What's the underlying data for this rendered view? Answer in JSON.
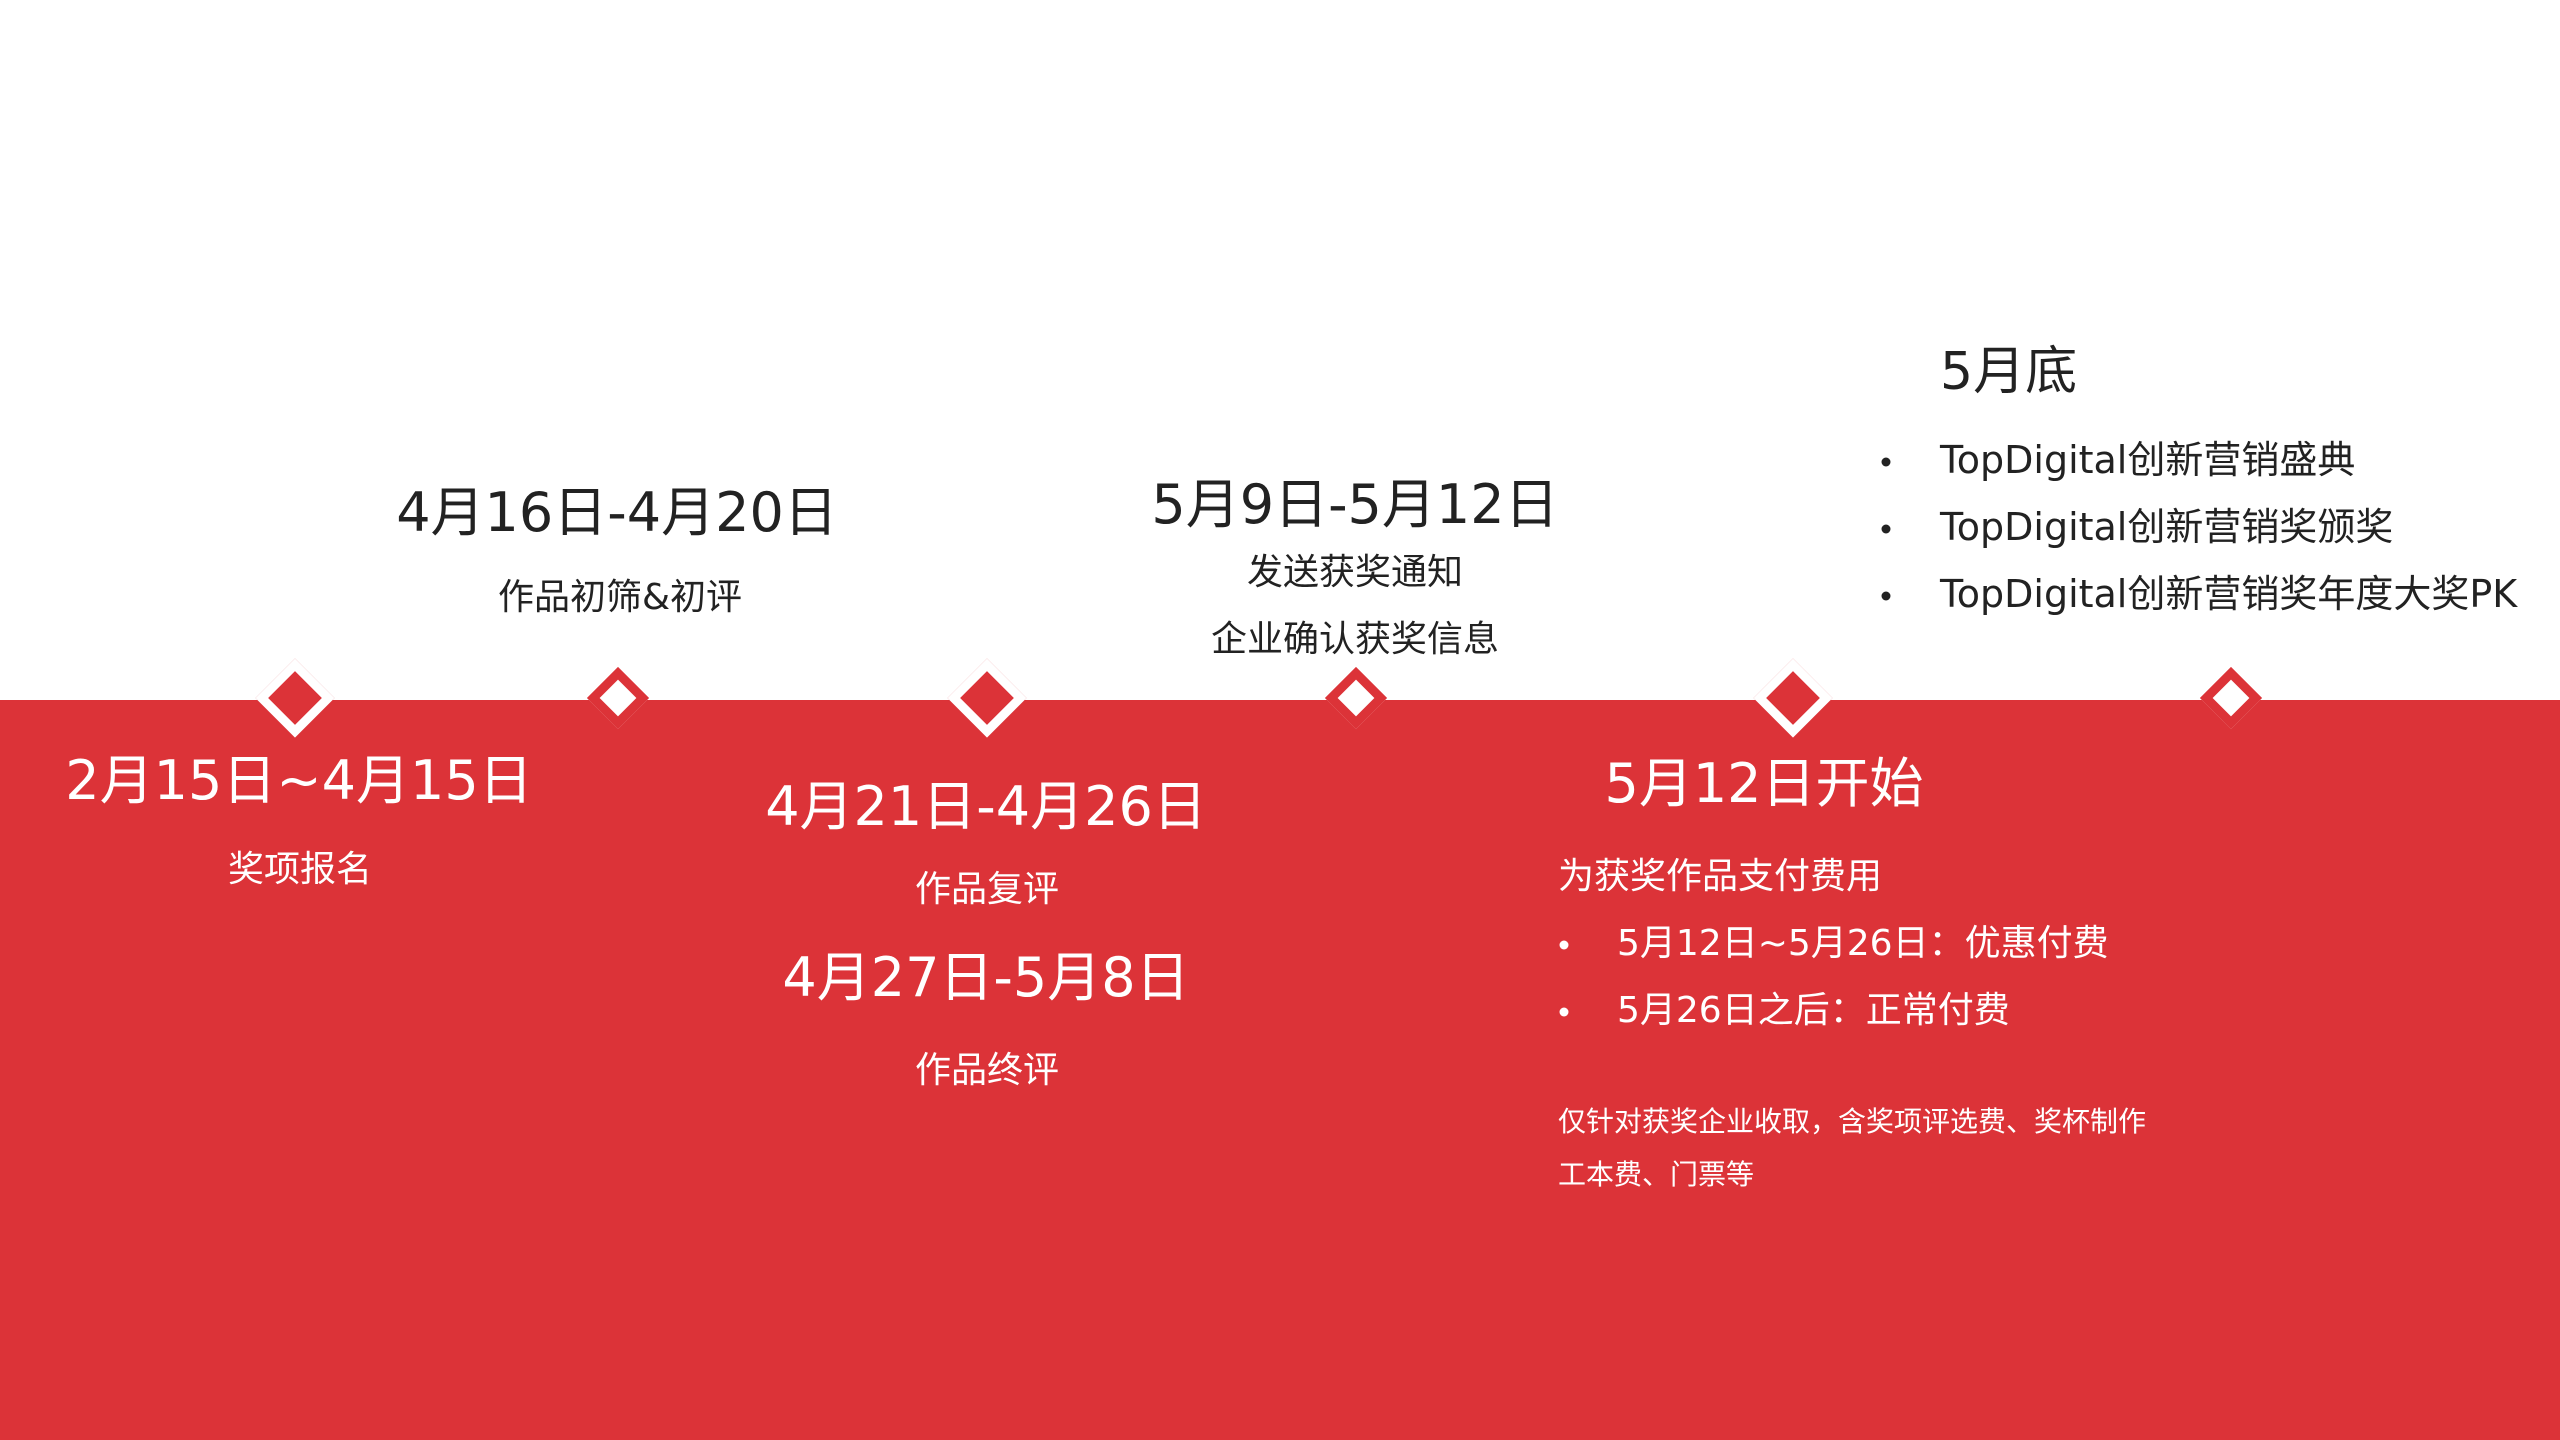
{
  "colors": {
    "accent": "#dc3338"
  },
  "top": {
    "late_may": {
      "title": "5月底",
      "items": [
        "TopDigital创新营销盛典",
        "TopDigital创新营销奖颁奖",
        "TopDigital创新营销奖年度大奖PK"
      ]
    },
    "initial": {
      "date": "4月16日-4月20日",
      "desc": "作品初筛&初评"
    },
    "notify": {
      "date": "5月9日-5月12日",
      "desc1": "发送获奖通知",
      "desc2": "企业确认获奖信息"
    }
  },
  "bottom": {
    "signup": {
      "date": "2月15日~4月15日",
      "desc": "奖项报名"
    },
    "review": {
      "date1": "4月21日-4月26日",
      "desc1": "作品复评",
      "date2": "4月27日-5月8日",
      "desc2": "作品终评"
    },
    "payment": {
      "date": "5月12日开始",
      "intro": "为获奖作品支付费用",
      "items": [
        "5月12日~5月26日：优惠付费",
        "5月26日之后：正常付费"
      ],
      "note1": "仅针对获奖企业收取，含奖项评选费、奖杯制作",
      "note2": "工本费、门票等"
    }
  }
}
